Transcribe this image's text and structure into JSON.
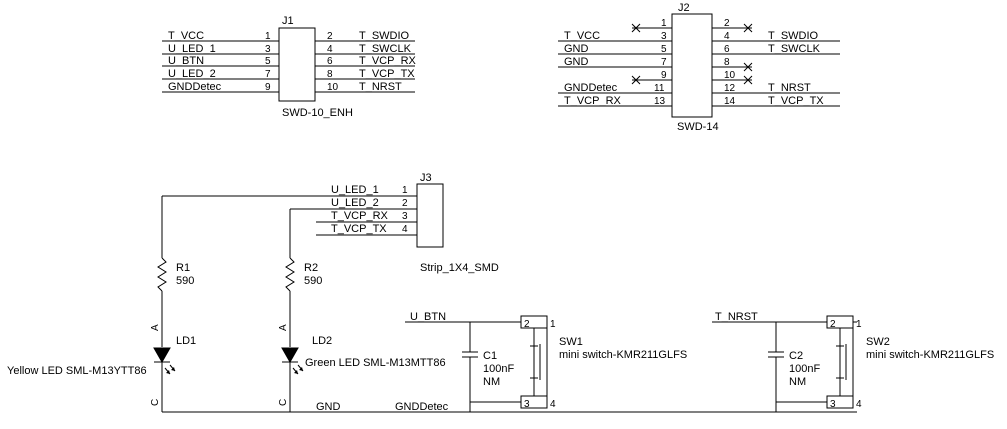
{
  "j1": {
    "ref": "J1",
    "value": "SWD-10_ENH",
    "left_nets": [
      "T_VCC",
      "U_LED_1",
      "U_BTN",
      "U_LED_2",
      "GNDDetec"
    ],
    "left_pins": [
      "1",
      "3",
      "5",
      "7",
      "9"
    ],
    "right_pins": [
      "2",
      "4",
      "6",
      "8",
      "10"
    ],
    "right_nets": [
      "T_SWDIO",
      "T_SWCLK",
      "T_VCP_RX",
      "T_VCP_TX",
      "T_NRST"
    ]
  },
  "j2": {
    "ref": "J2",
    "value": "SWD-14",
    "left_nets": [
      "",
      "T_VCC",
      "GND",
      "GND",
      "",
      "GNDDetec",
      "T_VCP_RX"
    ],
    "left_pins": [
      "1",
      "3",
      "5",
      "7",
      "9",
      "11",
      "13"
    ],
    "right_pins": [
      "2",
      "4",
      "6",
      "8",
      "10",
      "12",
      "14"
    ],
    "right_nets": [
      "",
      "T_SWDIO",
      "T_SWCLK",
      "",
      "",
      "T_NRST",
      "T_VCP_TX"
    ]
  },
  "j3": {
    "ref": "J3",
    "value": "Strip_1X4_SMD",
    "nets": [
      "U_LED_1",
      "U_LED_2",
      "T_VCP_RX",
      "T_VCP_TX"
    ],
    "pins": [
      "1",
      "2",
      "3",
      "4"
    ]
  },
  "r1": {
    "ref": "R1",
    "value": "590"
  },
  "r2": {
    "ref": "R2",
    "value": "590"
  },
  "ld1": {
    "ref": "LD1",
    "value": "Yellow LED SML-M13YTT86",
    "anode": "A",
    "cathode": "C"
  },
  "ld2": {
    "ref": "LD2",
    "value": "Green LED SML-M13MTT86",
    "anode": "A",
    "cathode": "C"
  },
  "c1": {
    "ref": "C1",
    "value": "100nF",
    "note": "NM"
  },
  "c2": {
    "ref": "C2",
    "value": "100nF",
    "note": "NM"
  },
  "sw1": {
    "ref": "SW1",
    "value": "mini switch-KMR211GLFS",
    "pins": [
      "2",
      "1",
      "3",
      "4"
    ]
  },
  "sw2": {
    "ref": "SW2",
    "value": "mini switch-KMR211GLFS",
    "pins": [
      "2",
      "1",
      "3",
      "4"
    ]
  },
  "nets": {
    "u_btn": "U_BTN",
    "t_nrst": "T_NRST",
    "gnd": "GND",
    "gnddetec": "GNDDetec"
  }
}
